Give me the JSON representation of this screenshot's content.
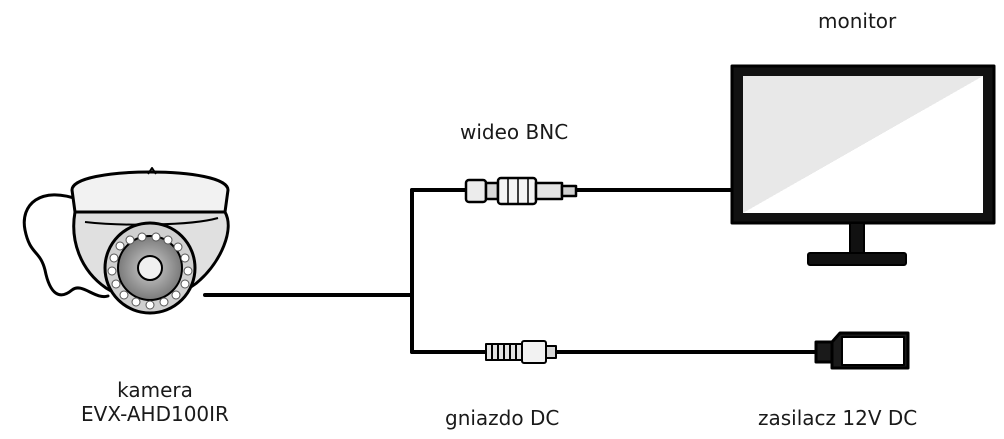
{
  "labels": {
    "monitor": "monitor",
    "bnc": "wideo BNC",
    "camera_line1": "kamera",
    "camera_line2": "EVX-AHD100IR",
    "dc_socket": "gniazdo DC",
    "power_supply": "zasilacz 12V DC"
  },
  "icons": [
    "dome-camera-icon",
    "bnc-connector-icon",
    "dc-plug-icon",
    "monitor-icon",
    "power-adapter-icon"
  ]
}
